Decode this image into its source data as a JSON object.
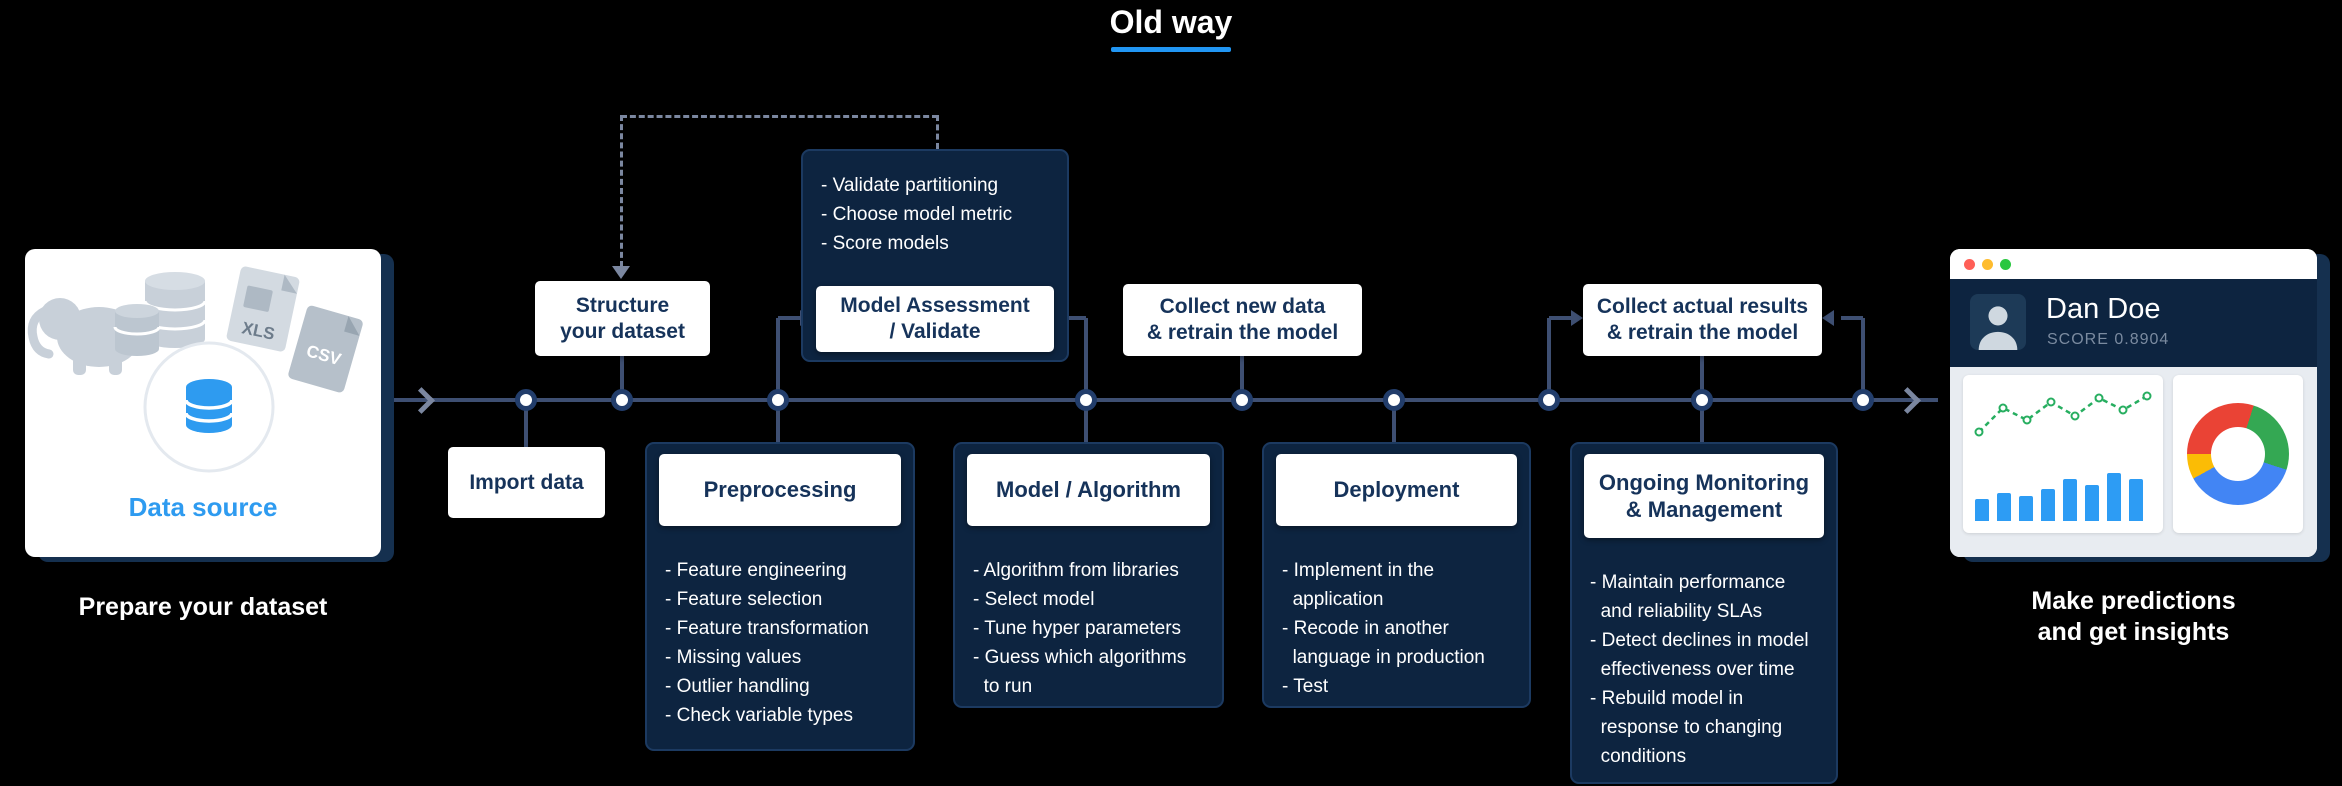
{
  "title": "Old way",
  "colors": {
    "accent_blue": "#2196f3",
    "card_navy": "#0d2440",
    "timeline": "#3e4f72",
    "data_source_blue": "#2e9bf0",
    "chart_green": "#27ae60",
    "chart_blue": "#2d9cf4",
    "donut": [
      "#ea4335",
      "#34a853",
      "#4285f4",
      "#fbbc05"
    ],
    "traffic_lights": [
      "#ff5f57",
      "#febc2e",
      "#29c740"
    ]
  },
  "data_source": {
    "label": "Data source",
    "caption": "Prepare your dataset",
    "files": [
      "XLS",
      "CSV"
    ]
  },
  "steps": {
    "import_data": {
      "label": "Import data"
    },
    "structure": {
      "label": "Structure\nyour dataset"
    },
    "assessment": {
      "label": "Model Assessment\n/ Validate",
      "bullets": [
        "- Validate partitioning",
        "- Choose model metric",
        "- Score models"
      ]
    },
    "collect_new": {
      "label": "Collect new data\n& retrain the model"
    },
    "collect_actual": {
      "label": "Collect actual results\n& retrain the model"
    },
    "preprocessing": {
      "label": "Preprocessing",
      "bullets": [
        "- Feature engineering",
        "- Feature selection",
        "- Feature transformation",
        "- Missing values",
        "- Outlier handling",
        "- Check variable types"
      ]
    },
    "model_algorithm": {
      "label": "Model / Algorithm",
      "bullets": [
        "- Algorithm from libraries",
        "- Select model",
        "- Tune hyper parameters",
        "- Guess which algorithms\n  to run"
      ]
    },
    "deployment": {
      "label": "Deployment",
      "bullets": [
        "- Implement in the\n  application",
        "- Recode in another\n  language in production",
        "- Test"
      ]
    },
    "monitoring": {
      "label": "Ongoing Monitoring\n& Management",
      "bullets": [
        "- Maintain performance\n  and reliability SLAs",
        "- Detect declines in model\n  effectiveness over time",
        "- Rebuild model in\n  response to changing\n  conditions"
      ]
    }
  },
  "predictions": {
    "name": "Dan Doe",
    "score": "SCORE 0.8904",
    "caption": "Make predictions\nand get insights",
    "charts": {
      "line_points": "6,44 30,20 54,32 78,14 102,28 126,10 150,22 174,8",
      "bar_heights": [
        22,
        28,
        25,
        32,
        42,
        36,
        48,
        42
      ]
    }
  }
}
